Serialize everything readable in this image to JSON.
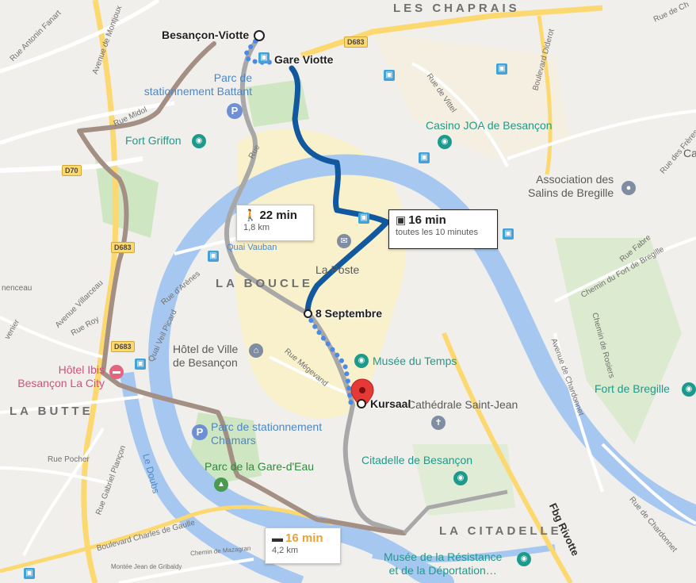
{
  "map": {
    "districts": [
      "LES CHAPRAIS",
      "LA BOUCLE",
      "LA BUTTE",
      "LA CITADELLE"
    ],
    "route_labels": {
      "origin": "Besançon-Viotte",
      "transit_stop_1": "Gare Viotte",
      "transit_stop_2": "8 Septembre",
      "destination": "Kursaal"
    },
    "callouts": {
      "walk": {
        "mode_icon": "walking-icon",
        "time": "22 min",
        "distance": "1,8 km"
      },
      "bus": {
        "mode_icon": "bus-icon",
        "time": "16 min",
        "detail": "toutes les 10 minutes"
      },
      "car": {
        "mode_icon": "car-icon",
        "time": "16 min",
        "distance": "4,2 km",
        "time_color": "#e8a23a"
      }
    },
    "pois": {
      "parc_battant": "Parc de\nstationnement Battant",
      "fort_griffon": "Fort Griffon",
      "casino": "Casino JOA de Besançon",
      "association": "Association des\nSalins de Bregille",
      "la_poste": "La Poste",
      "quai_vauban": "Quai Vauban",
      "hotel_ville": "Hôtel de Ville\nde Besançon",
      "musee_temps": "Musée du Temps",
      "cathedrale": "Cathédrale Saint-Jean",
      "hotel_ibis": "Hôtel Ibis\nBesançon La City",
      "parc_chamars": "Parc de stationnement\nChamars",
      "parc_gare_eau": "Parc de la Gare-d'Eau",
      "citadelle": "Citadelle de Besançon",
      "fort_bregille": "Fort de Bregille",
      "musee_resistance": "Musée de la Résistance\net de la Déportation…",
      "ca": "Ca"
    },
    "streets": {
      "antonin": "Rue Antonin Fanart",
      "montjoux": "Avenue de Montjoux",
      "midol": "Rue Midol",
      "diderot": "Boulevard Diderot",
      "vittel": "Rue de Vittel",
      "rue_de_ch": "Rue de Ch",
      "freres": "Rue des Frères Ch",
      "fort_bregille": "Chemin du Fort de Bregille",
      "fabre": "Rue Fabre",
      "arenes": "Rue d'Arènes",
      "villarceau": "Avenue Villarceau",
      "roy": "Rue Roy",
      "picard": "Quai Veil Picard",
      "megevand": "Rue Mégevand",
      "rue_bat": "Rue",
      "rivotte": "Fbg Rivotte",
      "chardonnet": "Avenue de Chardonnet",
      "chardonnet2": "Rue de Chardonnet",
      "rosiers": "Chemin de Rosiers",
      "pocher": "Rue Pocher",
      "plancon": "Rue Gabriel Plançon",
      "gaulle": "Boulevard Charles de Gaulle",
      "mazagran": "Chemin de Mazagran",
      "gribaldy": "Montée Jean de Gribaldy",
      "le_doubs": "Le Doubs",
      "enceau": "nenceau",
      "venier": "venier"
    },
    "road_shields": [
      "D683",
      "D70",
      "D683",
      "D683"
    ],
    "colors": {
      "transit_route": "#11589e",
      "walk_dots": "#4a89e8",
      "alt_route": "#a8a8a8",
      "car_route": "#a38f84",
      "river": "#a6c8f0",
      "marker": "#e53935"
    }
  }
}
